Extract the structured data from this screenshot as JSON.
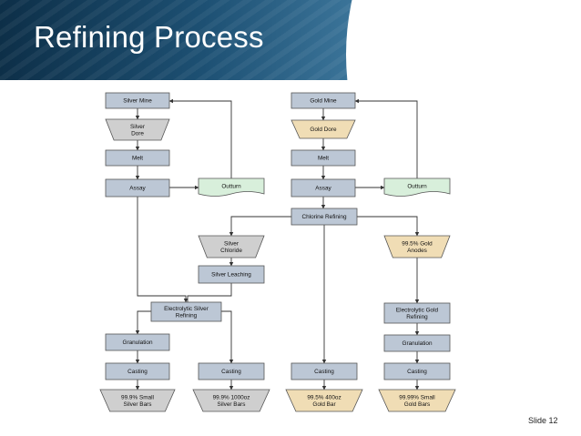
{
  "slide": {
    "title": "Refining Process",
    "footer": "Slide 12"
  },
  "diagram": {
    "nodes": [
      {
        "id": "silver_mine",
        "shape": "box",
        "lines": [
          "Silver Mine"
        ]
      },
      {
        "id": "silver_dore",
        "shape": "trap-grey",
        "lines": [
          "Silver",
          "Dore"
        ]
      },
      {
        "id": "s_melt",
        "shape": "box",
        "lines": [
          "Melt"
        ]
      },
      {
        "id": "s_assay",
        "shape": "box",
        "lines": [
          "Assay"
        ]
      },
      {
        "id": "s_outturn",
        "shape": "doc",
        "lines": [
          "Outturn"
        ]
      },
      {
        "id": "gold_mine",
        "shape": "box",
        "lines": [
          "Gold Mine"
        ]
      },
      {
        "id": "gold_dore",
        "shape": "trap-tan",
        "lines": [
          "Gold Dore"
        ]
      },
      {
        "id": "g_melt",
        "shape": "box",
        "lines": [
          "Melt"
        ]
      },
      {
        "id": "g_assay",
        "shape": "box",
        "lines": [
          "Assay"
        ]
      },
      {
        "id": "g_outturn",
        "shape": "doc",
        "lines": [
          "Outturn"
        ]
      },
      {
        "id": "chlorine",
        "shape": "box",
        "lines": [
          "Chlorine Refining"
        ]
      },
      {
        "id": "silver_chloride",
        "shape": "trap-grey",
        "lines": [
          "Silver",
          "Chloride"
        ]
      },
      {
        "id": "gold_anodes",
        "shape": "trap-tan",
        "lines": [
          "99.5% Gold",
          "Anodes"
        ]
      },
      {
        "id": "silver_leaching",
        "shape": "box",
        "lines": [
          "Silver Leaching"
        ]
      },
      {
        "id": "es_refining",
        "shape": "box",
        "lines": [
          "Electrolytic Silver",
          "Refining"
        ]
      },
      {
        "id": "eg_refining",
        "shape": "box",
        "lines": [
          "Electrolytic Gold",
          "Refining"
        ]
      },
      {
        "id": "s_gran",
        "shape": "box",
        "lines": [
          "Granulation"
        ]
      },
      {
        "id": "g_gran",
        "shape": "box",
        "lines": [
          "Granulation"
        ]
      },
      {
        "id": "cast1",
        "shape": "box",
        "lines": [
          "Casting"
        ]
      },
      {
        "id": "cast2",
        "shape": "box",
        "lines": [
          "Casting"
        ]
      },
      {
        "id": "cast3",
        "shape": "box",
        "lines": [
          "Casting"
        ]
      },
      {
        "id": "cast4",
        "shape": "box",
        "lines": [
          "Casting"
        ]
      },
      {
        "id": "out1",
        "shape": "trap-grey",
        "lines": [
          "99.9% Small",
          "Silver Bars"
        ]
      },
      {
        "id": "out2",
        "shape": "trap-grey",
        "lines": [
          "99.9% 1000oz",
          "Silver Bars"
        ]
      },
      {
        "id": "out3",
        "shape": "trap-tan",
        "lines": [
          "99.5% 400oz",
          "Gold Bar"
        ]
      },
      {
        "id": "out4",
        "shape": "trap-tan",
        "lines": [
          "99.99% Small",
          "Gold Bars"
        ]
      }
    ]
  }
}
